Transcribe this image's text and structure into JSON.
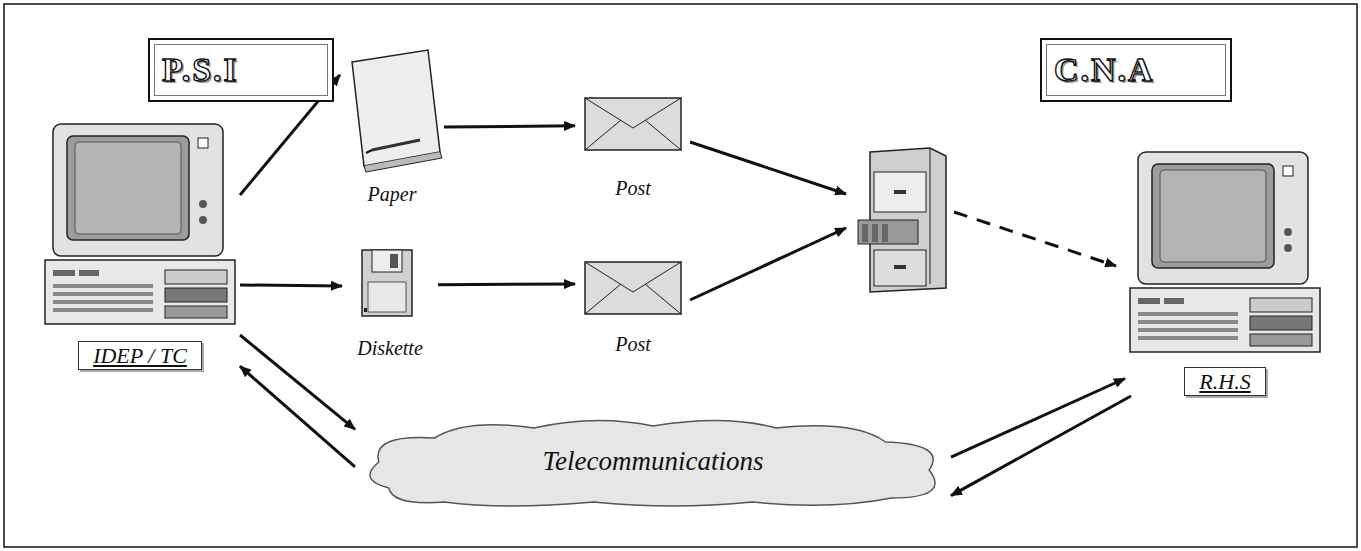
{
  "diagram": {
    "nodes": [
      {
        "text": [
          "P.S.I"
        ]
      },
      {
        "text": [
          "C.N.A"
        ]
      },
      {
        "text": [
          "IDEP / TC"
        ]
      },
      {
        "text": [
          "Paper"
        ]
      },
      {
        "text": [
          "Post"
        ]
      },
      {
        "text": [
          "Diskette"
        ]
      },
      {
        "text": [
          "Post"
        ]
      },
      {
        "text": [
          "R.H.S"
        ]
      },
      {
        "text": [
          "Telecommunications"
        ]
      }
    ],
    "edges": [
      {
        "from": 2,
        "to": 3,
        "arrow": "to"
      },
      {
        "from": 2,
        "to": 5,
        "arrow": "to"
      },
      {
        "from": 2,
        "to": 8,
        "arrow": "to"
      },
      {
        "from": 8,
        "to": 2,
        "arrow": "to"
      },
      {
        "from": 3,
        "to": 4,
        "arrow": "to"
      },
      {
        "from": 5,
        "to": 6,
        "arrow": "to"
      },
      {
        "from": 8,
        "to": 7,
        "arrow": "to"
      },
      {
        "from": 7,
        "to": 8,
        "arrow": "to"
      }
    ]
  }
}
